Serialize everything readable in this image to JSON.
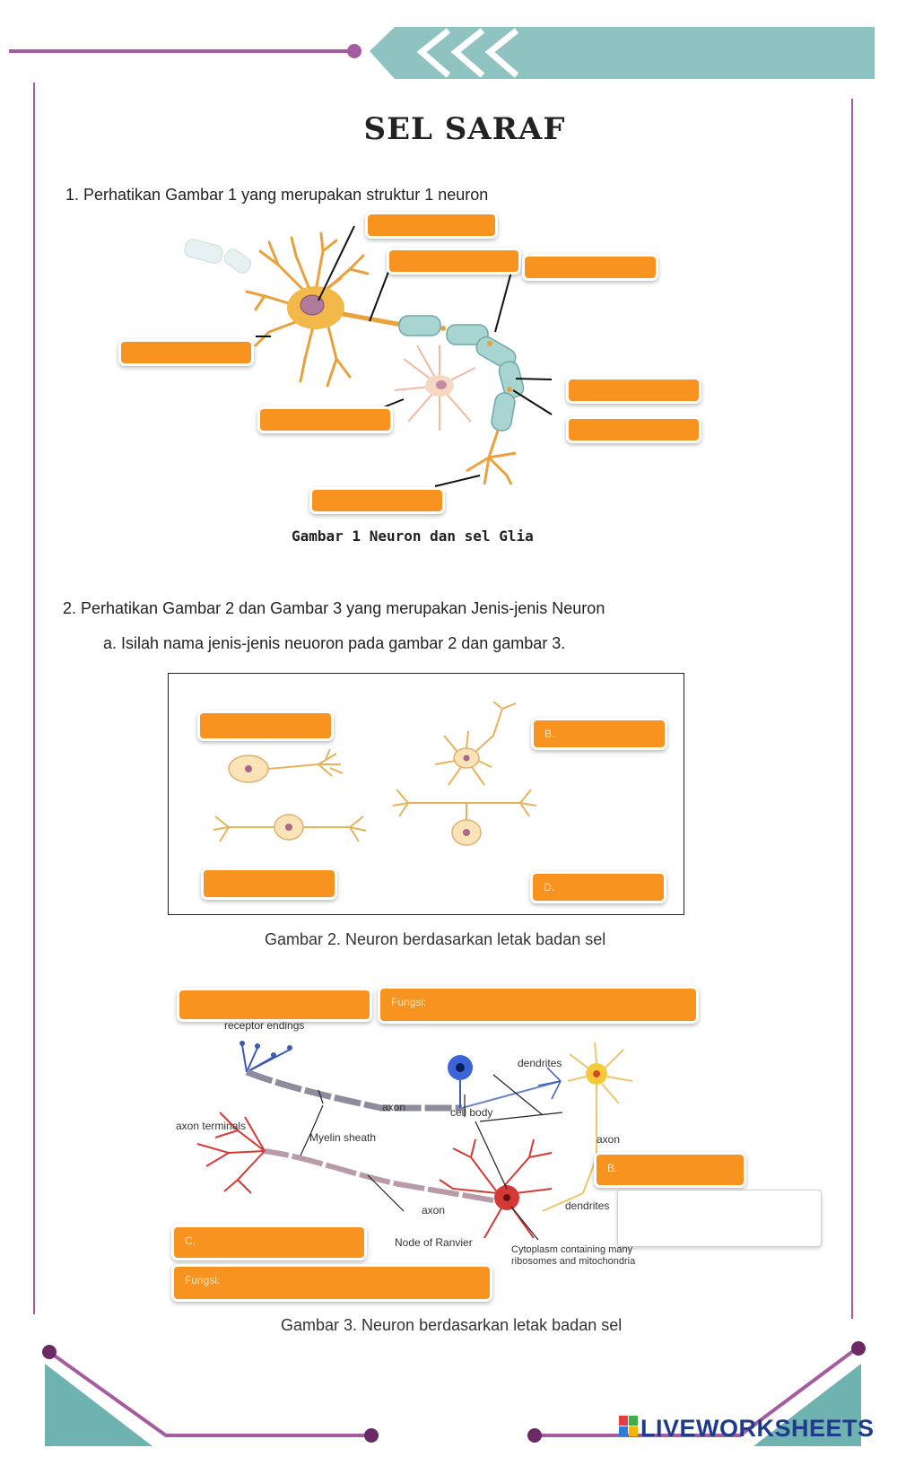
{
  "colors": {
    "accent_orange": "#f7931e",
    "frame_purple": "#a45c9e",
    "teal": "#8fc3c1"
  },
  "title": "SEL SARAF",
  "q1": {
    "text": "1. Perhatikan Gambar 1 yang merupakan struktur 1 neuron",
    "caption": "Gambar 1 Neuron dan sel Glia"
  },
  "q2": {
    "text": "2. Perhatikan Gambar 2 dan Gambar 3 yang merupakan Jenis-jenis Neuron",
    "sub_a": "a. Isilah nama jenis-jenis neuoron pada gambar 2 dan gambar 3.",
    "fig2_caption": "Gambar 2.  Neuron berdasarkan letak badan sel",
    "fig3_caption": "Gambar 3.  Neuron berdasarkan letak badan sel",
    "fields": {
      "b": "B.",
      "d": "D.",
      "fungsi": "Fungsi:",
      "b3": "B.",
      "c3": "C."
    }
  },
  "fig3_labels": {
    "receptor": "receptor endings",
    "dendrites_top": "dendrites",
    "axon_top": "axon",
    "cell_body": "cell body",
    "axon_terminals": "axon terminals",
    "myelin": "Myelin sheath",
    "axon_right": "axon",
    "dendrites_bottom": "dendrites",
    "axon_bottom": "axon",
    "ranvier": "Node of Ranvier",
    "cytoplasm_1": "Cytoplasm containing many",
    "cytoplasm_2": "ribosomes and mitochondria"
  },
  "brand": {
    "logo_letters": "LIVE",
    "name": "LIVEWORKSHEETS"
  }
}
